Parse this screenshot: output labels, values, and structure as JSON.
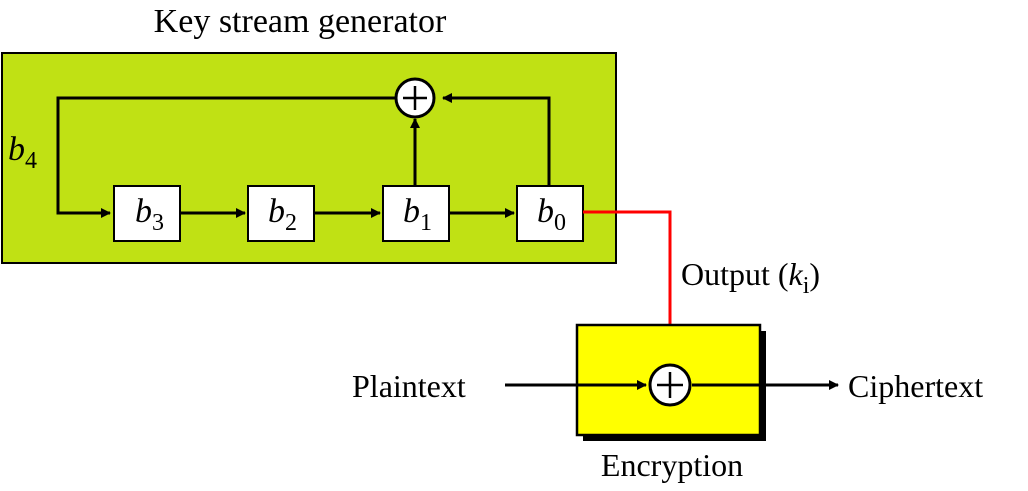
{
  "generator": {
    "title": "Key stream generator",
    "feedback_label": {
      "var": "b",
      "sub": "4"
    },
    "registers": [
      {
        "var": "b",
        "sub": "3"
      },
      {
        "var": "b",
        "sub": "2"
      },
      {
        "var": "b",
        "sub": "1"
      },
      {
        "var": "b",
        "sub": "0"
      }
    ]
  },
  "output_label": {
    "prefix": "Output (",
    "var": "k",
    "sub": "i",
    "suffix": ")"
  },
  "encryption": {
    "label": "Encryption",
    "input": "Plaintext",
    "output": "Ciphertext"
  },
  "colors": {
    "generator_fill": "#c0e114",
    "encryption_fill": "#ffff00",
    "keystream_line": "#ff0000"
  }
}
